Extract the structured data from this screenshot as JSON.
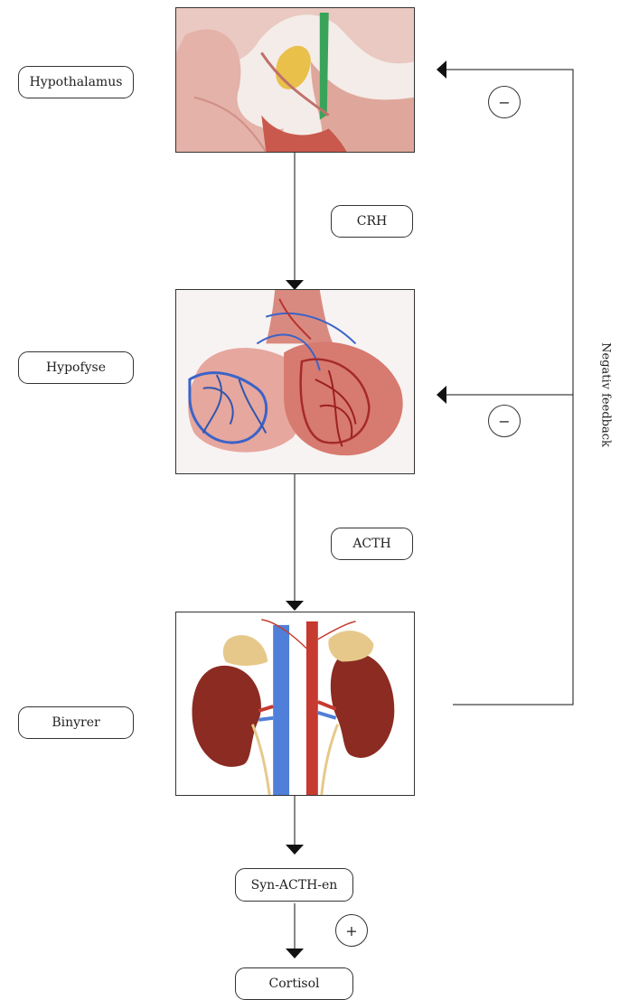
{
  "organs": {
    "hypothalamus": "Hypothalamus",
    "hypofyse": "Hypofyse",
    "binyrer": "Binyrer"
  },
  "hormones": {
    "crh": "CRH",
    "acth": "ACTH",
    "syn_acth": "Syn-ACTH-en",
    "cortisol": "Cortisol"
  },
  "signs": {
    "minus_top": "−",
    "minus_mid": "−",
    "plus": "+"
  },
  "feedback_label": "Negativ feedback",
  "colors": {
    "line": "#111111",
    "vein_blue": "#3a63c8",
    "artery_red": "#b8322e",
    "kidney": "#8b2b22",
    "adrenal": "#e6c98a",
    "tissue": "#e8b9b0"
  }
}
